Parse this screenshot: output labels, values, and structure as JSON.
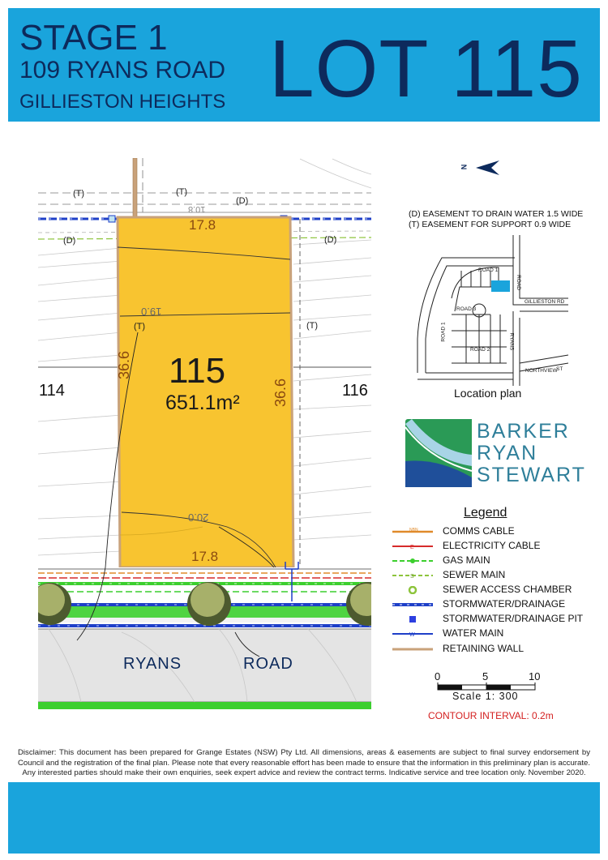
{
  "header": {
    "stage": "STAGE 1",
    "address": "109 RYANS ROAD",
    "suburb": "GILLIESTON HEIGHTS",
    "lot": "LOT 115"
  },
  "plan": {
    "lot_number": "115",
    "area": "651.1m²",
    "frontage_top": "17.8",
    "frontage_bottom": "17.8",
    "depth_left": "36.6",
    "depth_right": "36.6",
    "neighbour_left": "114",
    "neighbour_right": "116",
    "contour_top": "19.0",
    "contour_bottom": "20.0",
    "contour_top_strip": "10.8",
    "easement_marks": [
      "(T)",
      "(T)",
      "(D)",
      "(D)",
      "(D)",
      "(T)",
      "(T)"
    ],
    "road_name_1": "RYANS",
    "road_name_2": "ROAD",
    "lot_fill_color": "#f8c430",
    "road_color": "#e4e4e4"
  },
  "easements": {
    "d": "(D) EASEMENT TO DRAIN WATER 1.5 WIDE",
    "t": "(T) EASEMENT FOR SUPPORT 0.9 WIDE"
  },
  "location_plan": {
    "caption": "Location plan",
    "labels": [
      "ROAD 1",
      "ROAD",
      "GILLIESTON RD",
      "ROAD 3",
      "ROAD 1",
      "RYANS",
      "ROAD 2",
      "NORTHVIEW",
      "ST"
    ]
  },
  "logo": {
    "line1": "BARKER",
    "line2": "RYAN",
    "line3": "STEWART"
  },
  "legend": {
    "title": "Legend",
    "items": [
      {
        "label": "COMMS CABLE",
        "color": "#e08a2a",
        "icon": "line-comms"
      },
      {
        "label": "ELECTRICITY CABLE",
        "color": "#d62b2b",
        "icon": "line-electric"
      },
      {
        "label": "GAS MAIN",
        "color": "#3ccf2e",
        "icon": "line-gas"
      },
      {
        "label": "SEWER MAIN",
        "color": "#8dc43c",
        "icon": "line-sewer"
      },
      {
        "label": "SEWER ACCESS CHAMBER",
        "color": "#8dc43c",
        "icon": "circle-chamber"
      },
      {
        "label": "STORMWATER/DRAINAGE",
        "color": "#1e3fc8",
        "icon": "line-storm"
      },
      {
        "label": "STORMWATER/DRAINAGE PIT",
        "color": "#2d3fe0",
        "icon": "square-pit"
      },
      {
        "label": "WATER MAIN",
        "color": "#1e3fc8",
        "icon": "line-water"
      },
      {
        "label": "RETAINING WALL",
        "color": "#c9a27a",
        "icon": "line-retaining"
      }
    ]
  },
  "scale": {
    "ticks": [
      "0",
      "5",
      "10"
    ],
    "label": "Scale 1: 300"
  },
  "contour_interval": "CONTOUR INTERVAL: 0.2m",
  "compass_letter": "N",
  "disclaimer": "Disclaimer: This document has been prepared for Grange Estates (NSW) Pty Ltd. All dimensions, areas & easements are subject to final survey endorsement by Council and the registration of the final plan. Please note that every reasonable effort has been made to ensure that the information in this preliminary plan is accurate. Any interested parties should make their own enquiries, seek expert advice and review the contract terms. Indicative service and tree location only. November 2020."
}
